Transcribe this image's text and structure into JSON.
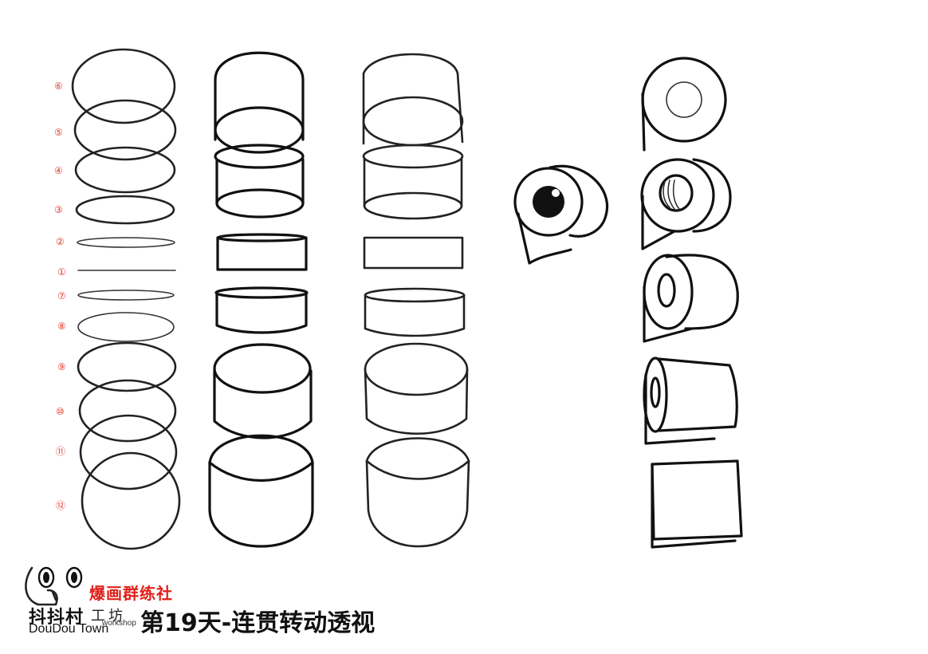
{
  "ellipse_labels": [
    "⑥",
    "⑤",
    "④",
    "③",
    "②",
    "①",
    "⑦",
    "⑧",
    "⑨",
    "⑩",
    "⑪",
    "⑫"
  ],
  "branding": {
    "subtitle": "爆画群练社",
    "title": "第19天-连贯转动透视",
    "logo_cn": "抖抖村",
    "logo_gongfang": "工坊",
    "logo_en": "DouDou Town",
    "logo_workshop": "workshop"
  },
  "colors": {
    "ink": "#222222",
    "label_red": "#e03a2f",
    "subtitle_red": "#e0201a",
    "background": "#ffffff"
  }
}
